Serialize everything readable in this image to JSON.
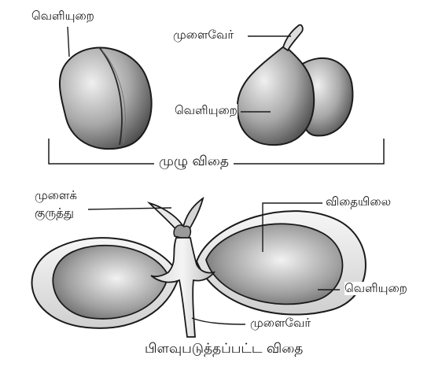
{
  "labels": {
    "seed_coat_left": "வெளியுறை",
    "radicle_top": "முளைவேர்",
    "seed_coat_mid": "வெளியுறை",
    "whole_seed": "முழு  விதை",
    "plumule_line1": "முளைக்",
    "plumule_line2": "குருத்து",
    "cotyledon": "விதையிலை",
    "seed_coat_right": "வெளியுறை",
    "radicle_bottom": "முளைவேர்",
    "split_seed": "பிளவுபடுத்தப்பட்ட  விதை"
  },
  "colors": {
    "outline": "#1a1a1a",
    "seed_light": "#eeeeee",
    "seed_dark": "#555555",
    "coat": "#e2e2e2"
  }
}
